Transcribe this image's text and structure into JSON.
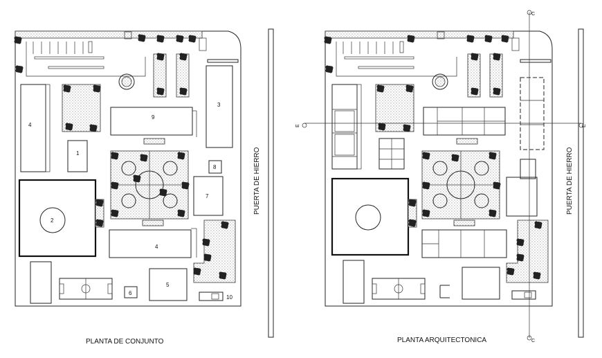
{
  "left_plan": {
    "caption": "PLANTA DE CONJUNTO",
    "gate_label": "PUERTA DE HIERRO",
    "building_labels": {
      "b1": "1",
      "b2": "2",
      "b3": "3",
      "b4a": "4",
      "b4b": "4",
      "b5": "5",
      "b6": "6",
      "b7": "7",
      "b8": "8",
      "b9": "9",
      "b10": "10"
    }
  },
  "right_plan": {
    "caption": "PLANTA ARQUITECTONICA",
    "gate_label": "PUERTA DE HIERRO",
    "section_marks": {
      "e_left": "E",
      "e_right": "E",
      "c_top": "C",
      "c_bottom": "C"
    }
  }
}
